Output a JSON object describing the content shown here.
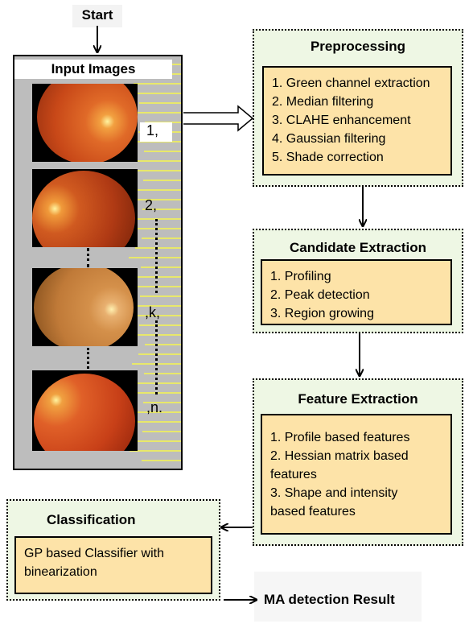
{
  "start": "Start",
  "input_panel": {
    "title": "Input Images",
    "labels": [
      "1,",
      "2,",
      ",k,",
      ",n."
    ]
  },
  "preprocessing": {
    "title": "Preprocessing",
    "steps": [
      "1. Green channel extraction",
      "2. Median filtering",
      "3. CLAHE enhancement",
      "4. Gaussian filtering",
      "5. Shade correction"
    ]
  },
  "candidate": {
    "title": "Candidate Extraction",
    "steps": [
      "1. Profiling",
      "2. Peak detection",
      "3. Region growing"
    ]
  },
  "feature": {
    "title": "Feature Extraction",
    "steps": [
      "1. Profile based features",
      "2. Hessian matrix based",
      "features",
      "3. Shape and intensity",
      "based features"
    ]
  },
  "classification": {
    "title": "Classification",
    "steps": [
      "GP based Classifier with",
      "binearization"
    ]
  },
  "result": "MA detection Result"
}
